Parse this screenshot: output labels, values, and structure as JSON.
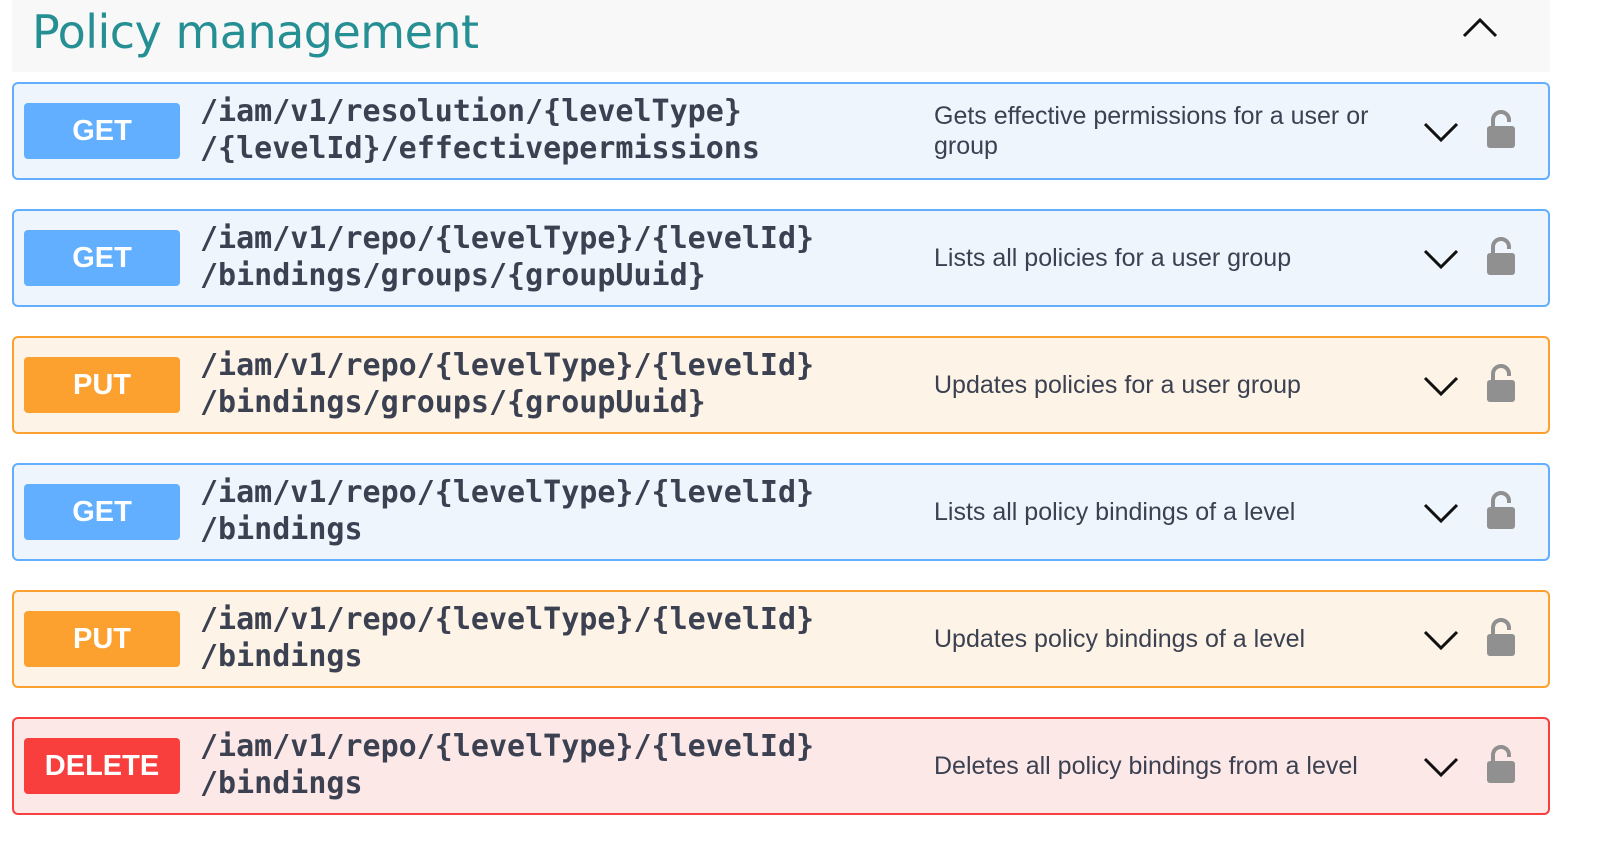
{
  "section": {
    "title": "Policy management",
    "toggle_icon": "chevron-up-icon"
  },
  "colors": {
    "GET": "#61affe",
    "PUT": "#fca130",
    "DELETE": "#f93e3e",
    "title": "#258f94"
  },
  "operations": [
    {
      "method": "GET",
      "path_line1": "/iam/v1/resolution/{levelType}",
      "path_line2": "/{levelId}/effectivepermissions",
      "summary": "Gets effective permissions for a user or group",
      "expand_icon": "chevron-down-icon",
      "lock_icon": "lock-icon"
    },
    {
      "method": "GET",
      "path_line1": "/iam/v1/repo/{levelType}/{levelId}",
      "path_line2": "/bindings/groups/{groupUuid}",
      "summary": "Lists all policies for a user group",
      "expand_icon": "chevron-down-icon",
      "lock_icon": "lock-icon"
    },
    {
      "method": "PUT",
      "path_line1": "/iam/v1/repo/{levelType}/{levelId}",
      "path_line2": "/bindings/groups/{groupUuid}",
      "summary": "Updates policies for a user group",
      "expand_icon": "chevron-down-icon",
      "lock_icon": "lock-icon"
    },
    {
      "method": "GET",
      "path_line1": "/iam/v1/repo/{levelType}/{levelId}",
      "path_line2": "/bindings",
      "summary": "Lists all policy bindings of a level",
      "expand_icon": "chevron-down-icon",
      "lock_icon": "lock-icon"
    },
    {
      "method": "PUT",
      "path_line1": "/iam/v1/repo/{levelType}/{levelId}",
      "path_line2": "/bindings",
      "summary": "Updates policy bindings of a level",
      "expand_icon": "chevron-down-icon",
      "lock_icon": "lock-icon"
    },
    {
      "method": "DELETE",
      "path_line1": "/iam/v1/repo/{levelType}/{levelId}",
      "path_line2": "/bindings",
      "summary": "Deletes all policy bindings from a level",
      "expand_icon": "chevron-down-icon",
      "lock_icon": "lock-icon"
    }
  ]
}
